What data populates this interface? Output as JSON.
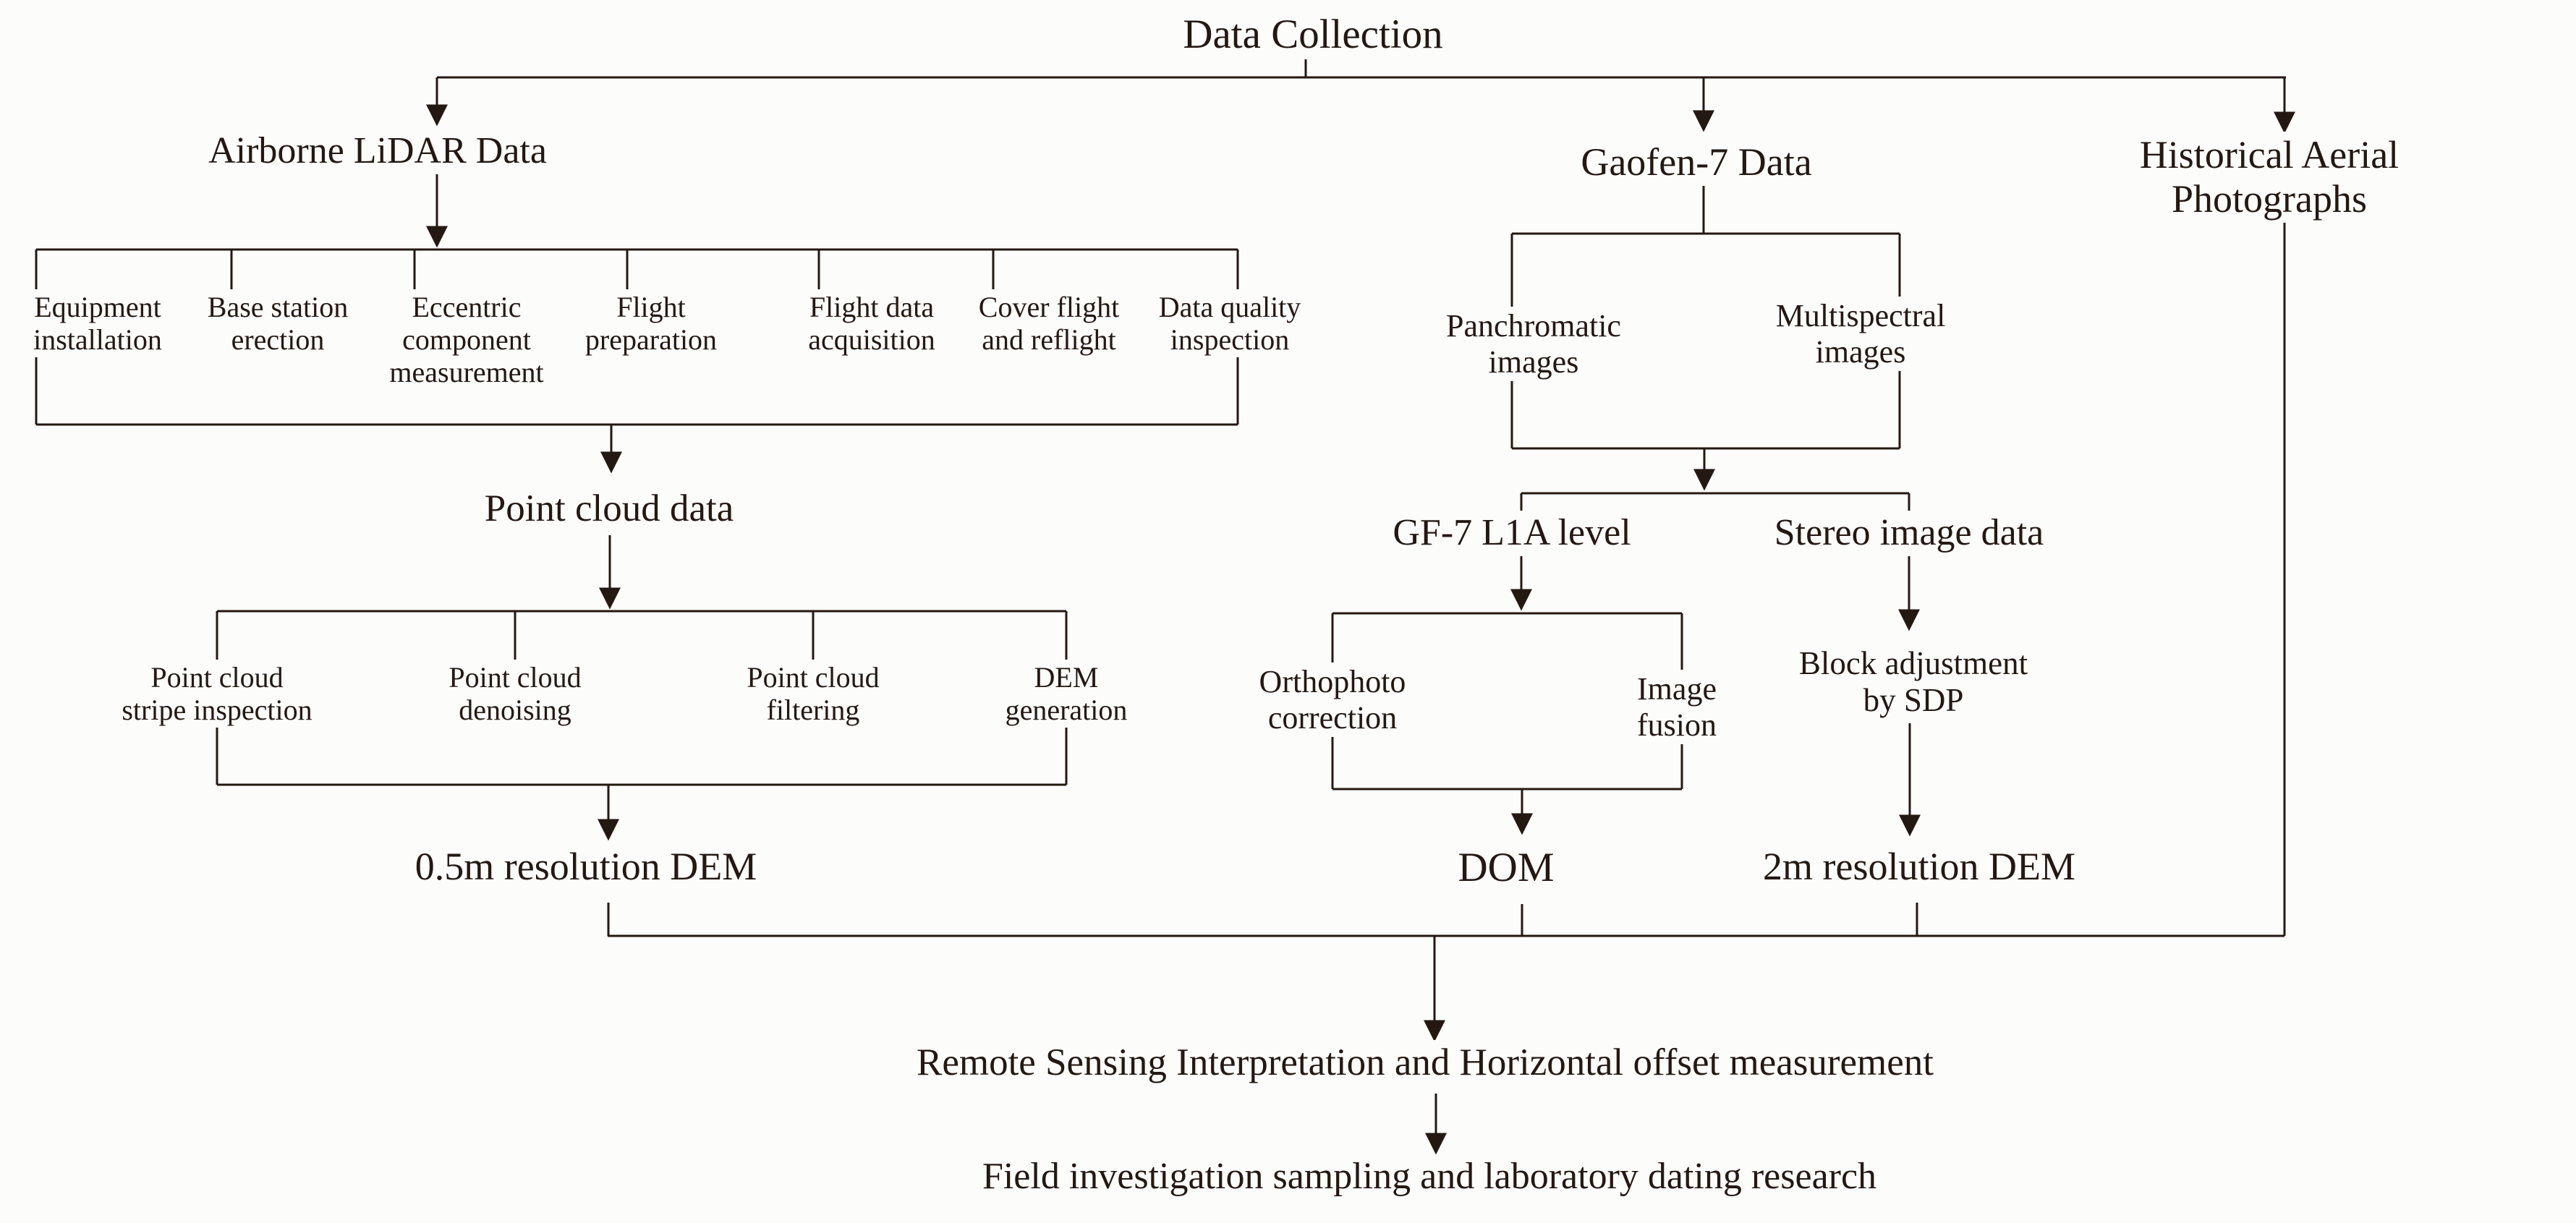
{
  "colors": {
    "ink": "#241813",
    "background": "#fcfcfa"
  },
  "title": "Data Collection",
  "lidar": {
    "label": "Airborne LiDAR Data",
    "steps": [
      [
        "Equipment",
        "installation"
      ],
      [
        "Base station",
        "erection"
      ],
      [
        "Eccentric",
        "component",
        "measurement"
      ],
      [
        "Flight",
        "preparation"
      ],
      [
        "Flight data",
        "acquisition"
      ],
      [
        "Cover flight",
        "and reflight"
      ],
      [
        "Data quality",
        "inspection"
      ]
    ],
    "point_cloud": "Point cloud data",
    "processing": [
      [
        "Point cloud",
        "stripe inspection"
      ],
      [
        "Point cloud",
        "denoising"
      ],
      [
        "Point cloud",
        "filtering"
      ],
      [
        "DEM",
        "generation"
      ]
    ],
    "output": "0.5m resolution DEM"
  },
  "gaofen": {
    "label": "Gaofen-7 Data",
    "image_types": [
      [
        "Panchromatic",
        "images"
      ],
      [
        "Multispectral",
        "images"
      ]
    ],
    "l1a_label": "GF-7 L1A level",
    "l1a_ops": [
      [
        "Orthophoto",
        "correction"
      ],
      [
        "Image",
        "fusion"
      ]
    ],
    "l1a_output": "DOM",
    "stereo_label": "Stereo image data",
    "stereo_op": [
      "Block adjustment",
      "by SDP"
    ],
    "stereo_output": "2m resolution DEM"
  },
  "historical": {
    "label": "Historical Aerial Photographs"
  },
  "final": {
    "step1": "Remote Sensing Interpretation and Horizontal offset measurement",
    "step2": "Field investigation sampling and laboratory dating research"
  }
}
